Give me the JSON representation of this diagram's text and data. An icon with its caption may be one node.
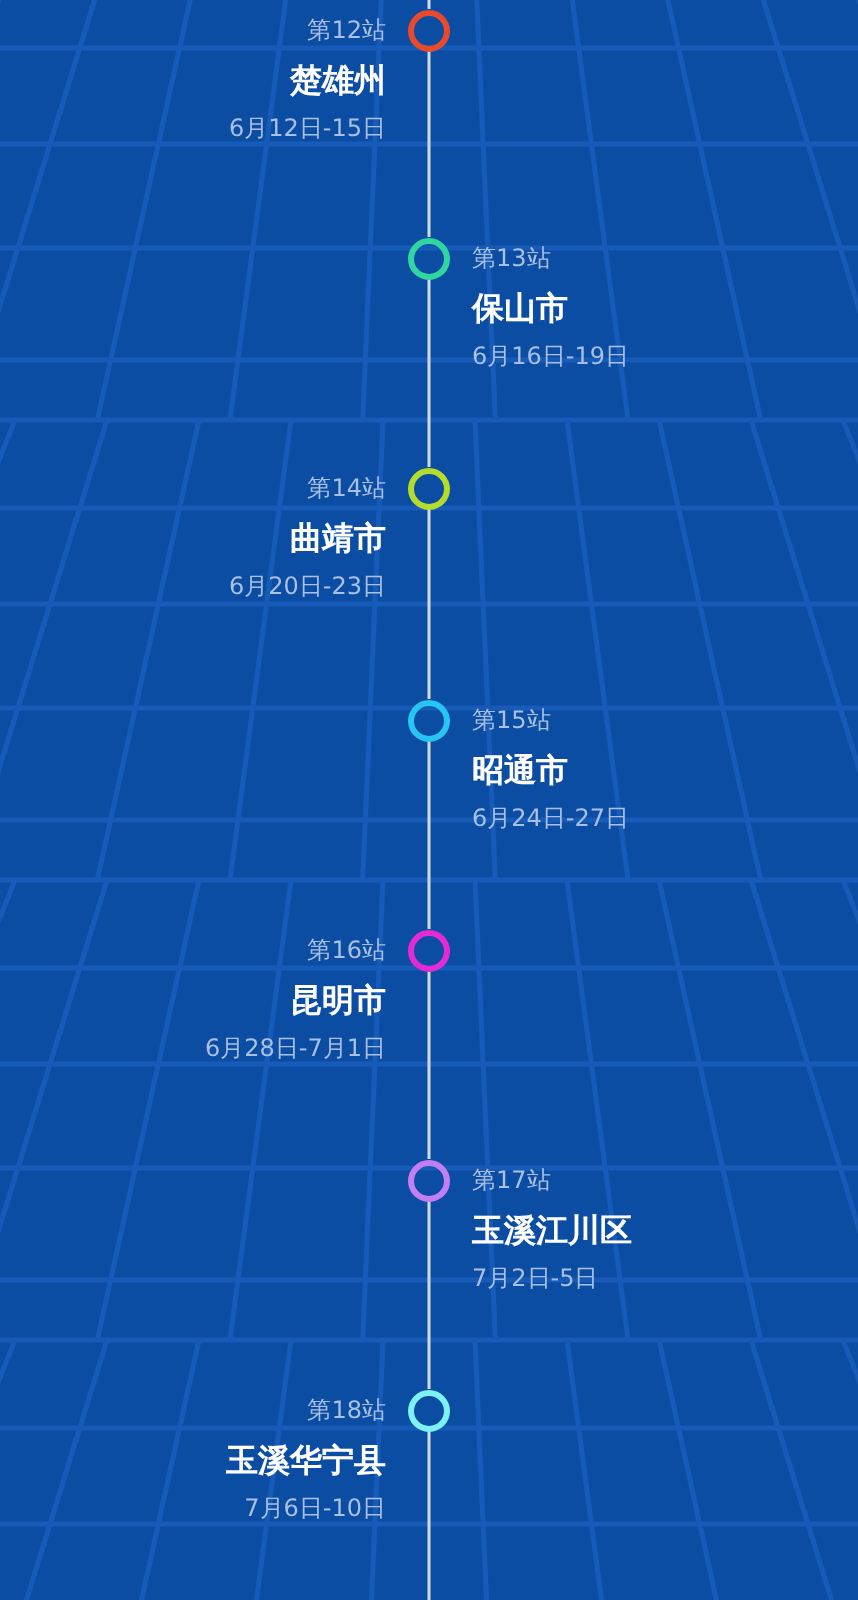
{
  "diagram": {
    "nodes": [
      {
        "text": [],
        "shape": "circle",
        "beside": [
          "第12站",
          "楚雄州",
          "6月12日-15日"
        ]
      },
      {
        "text": [],
        "shape": "circle",
        "beside": [
          "第13站",
          "保山市",
          "6月16日-19日"
        ]
      },
      {
        "text": [],
        "shape": "circle",
        "beside": [
          "第14站",
          "曲靖市",
          "6月20日-23日"
        ]
      },
      {
        "text": [],
        "shape": "circle",
        "beside": [
          "第15站",
          "昭通市",
          "6月24日-27日"
        ]
      },
      {
        "text": [],
        "shape": "circle",
        "beside": [
          "第16站",
          "昆明市",
          "6月28日-7月1日"
        ]
      },
      {
        "text": [],
        "shape": "circle",
        "beside": [
          "第17站",
          "玉溪江川区",
          "7月2日-5日"
        ]
      },
      {
        "text": [],
        "shape": "circle",
        "beside": [
          "第18站",
          "玉溪华宁县",
          "7月6日-10日"
        ]
      }
    ],
    "edges": [
      {
        "from": null,
        "to": 0,
        "arrow": "none"
      },
      {
        "from": 0,
        "to": 1,
        "arrow": "none"
      },
      {
        "from": 1,
        "to": 2,
        "arrow": "none"
      },
      {
        "from": 2,
        "to": 3,
        "arrow": "none"
      },
      {
        "from": 3,
        "to": 4,
        "arrow": "none"
      },
      {
        "from": 4,
        "to": 5,
        "arrow": "none"
      },
      {
        "from": 5,
        "to": 6,
        "arrow": "none"
      },
      {
        "from": 6,
        "to": null,
        "arrow": "none"
      }
    ]
  }
}
